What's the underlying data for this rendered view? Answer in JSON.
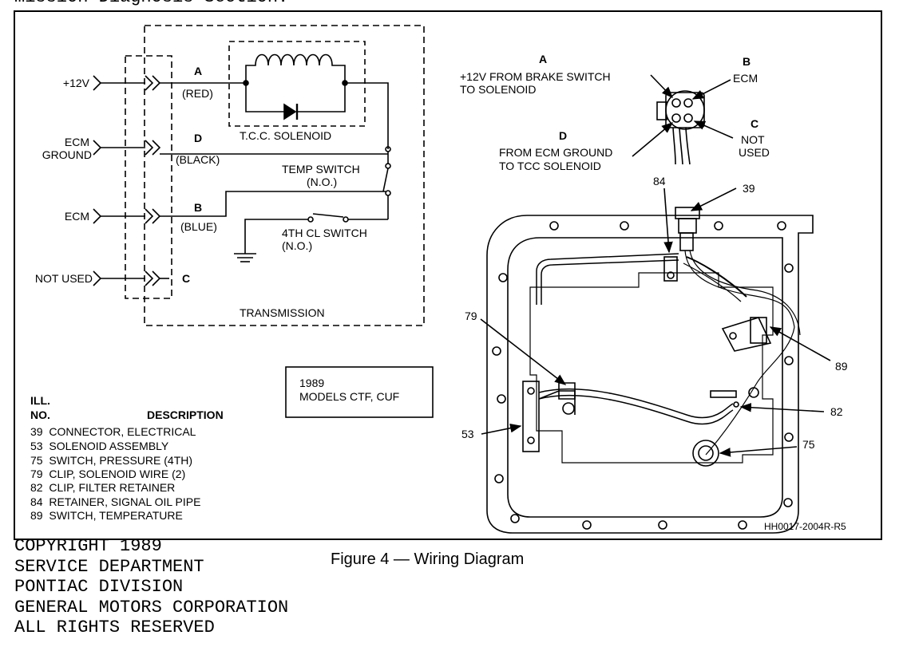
{
  "header_fragment": "mission Diagnosis Section.",
  "schematic": {
    "inputs": {
      "plus12v": "+12V",
      "ecm_ground_1": "ECM",
      "ecm_ground_2": "GROUND",
      "ecm": "ECM",
      "not_used": "NOT USED"
    },
    "pins": {
      "a": "A",
      "a_color": "(RED)",
      "d": "D",
      "d_color": "(BLACK)",
      "b": "B",
      "b_color": "(BLUE)",
      "c": "C"
    },
    "solenoid_label": "T.C.C. SOLENOID",
    "temp_switch_1": "TEMP SWITCH",
    "temp_switch_2": "(N.O.)",
    "cl_switch_1": "4TH CL SWITCH",
    "cl_switch_2": "(N.O.)",
    "transmission_label": "TRANSMISSION"
  },
  "connector": {
    "a_letter": "A",
    "a_line1": "+12V FROM BRAKE SWITCH",
    "a_line2": "TO SOLENOID",
    "b_letter": "B",
    "b_text": "ECM",
    "c_letter": "C",
    "c_line1": "NOT",
    "c_line2": "USED",
    "d_letter": "D",
    "d_line1": "FROM ECM GROUND",
    "d_line2": "TO TCC SOLENOID"
  },
  "models_box": {
    "line1": "1989",
    "line2": "MODELS CTF, CUF"
  },
  "legend": {
    "header_ill_1": "ILL.",
    "header_ill_2": "NO.",
    "header_desc": "DESCRIPTION",
    "items": [
      "39  CONNECTOR, ELECTRICAL",
      "53  SOLENOID ASSEMBLY",
      "75  SWITCH, PRESSURE (4TH)",
      "79  CLIP, SOLENOID WIRE (2)",
      "82  CLIP, FILTER RETAINER",
      "84  RETAINER, SIGNAL OIL PIPE",
      "89  SWITCH, TEMPERATURE"
    ]
  },
  "callouts": {
    "n84": "84",
    "n39": "39",
    "n79": "79",
    "n89": "89",
    "n82": "82",
    "n53": "53",
    "n75": "75"
  },
  "part_code": "HH0017-2004R-R5",
  "copyright_lines": [
    "COPYRIGHT 1989",
    "SERVICE DEPARTMENT",
    "PONTIAC DIVISION",
    "GENERAL MOTORS CORPORATION",
    "ALL RIGHTS RESERVED"
  ],
  "caption": "Figure 4 — Wiring Diagram"
}
